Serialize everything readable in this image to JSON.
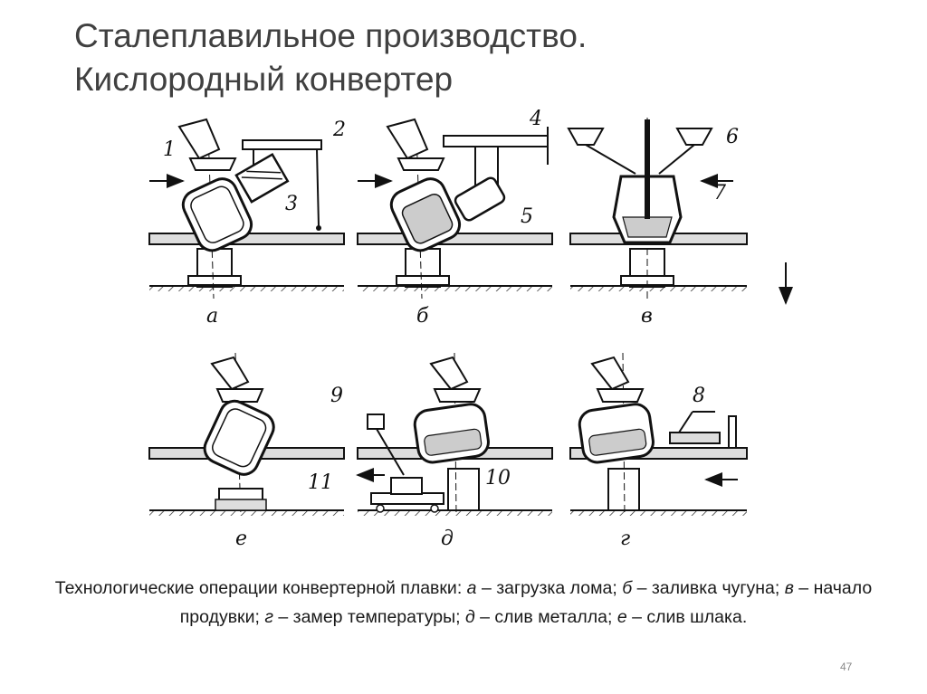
{
  "title": {
    "line1": "Сталеплавильное производство.",
    "line2": "Кислородный конвертер"
  },
  "diagram": {
    "panel_labels": [
      "а",
      "б",
      "в",
      "е",
      "д",
      "г"
    ],
    "callouts": [
      "1",
      "2",
      "3",
      "4",
      "5",
      "6",
      "7",
      "8",
      "9",
      "10",
      "11"
    ]
  },
  "caption": {
    "lead": "Технологические операции конвертерной плавки: ",
    "items": [
      {
        "key": "а",
        "text": " – загрузка лома; "
      },
      {
        "key": "б",
        "text": " – заливка чугуна; "
      },
      {
        "key": "в",
        "text": " – начало продувки; "
      },
      {
        "key": "г",
        "text": " – замер температуры; "
      },
      {
        "key": "д",
        "text": " – слив металла; "
      },
      {
        "key": "е",
        "text": " – слив шлака."
      }
    ]
  },
  "page_number": "47"
}
